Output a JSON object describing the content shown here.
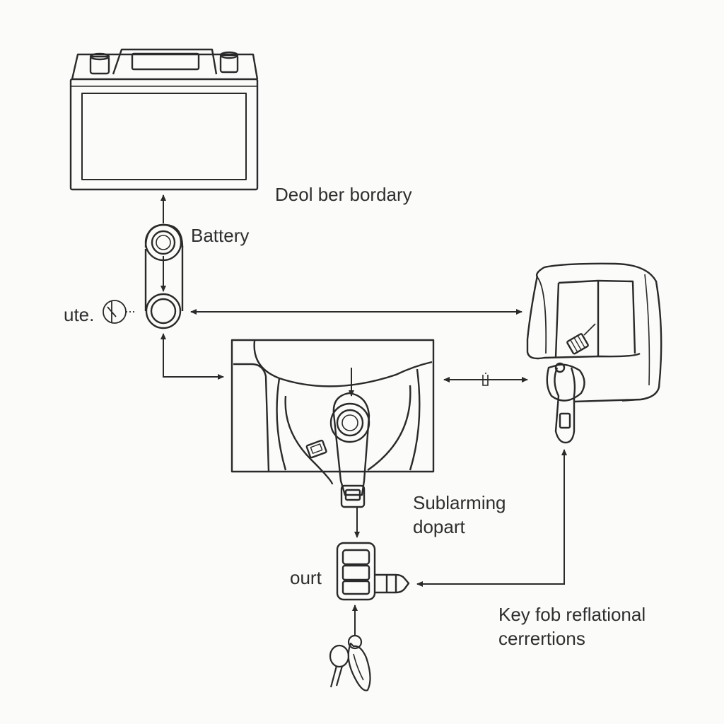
{
  "labels": {
    "deol_ber_bordary": "Deol ber bordary",
    "battery": "Battery",
    "ute": "ute.",
    "sublarming_dopart": "Sublarming\ndopart",
    "ourt": "ourt",
    "key_fob": "Key fob reflational\ncerrertions"
  },
  "colors": {
    "line": "#2a2a2a",
    "background": "#fbfbfa"
  },
  "components": [
    "car-battery",
    "battery-terminal-connector",
    "ignition-switch-panel",
    "key-fob-receiver",
    "car-key-with-fob",
    "steering-column-housing"
  ]
}
